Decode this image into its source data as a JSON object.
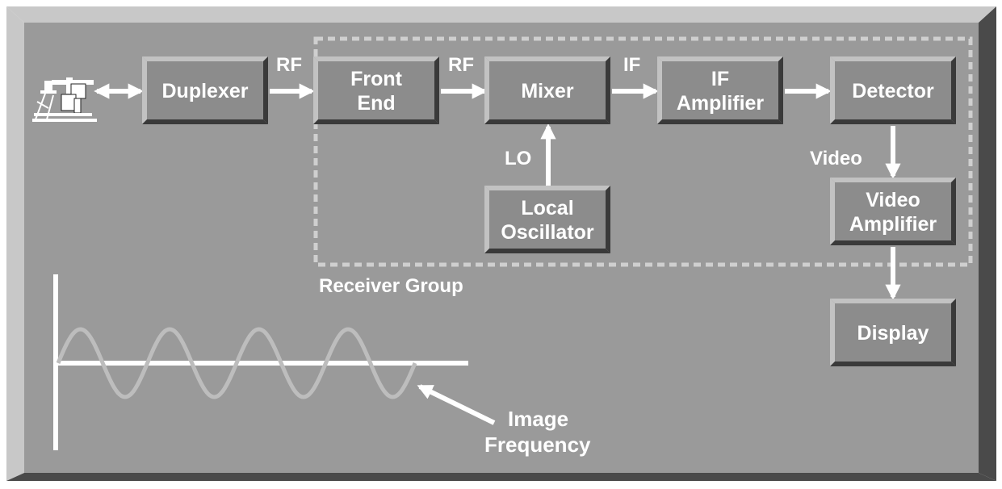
{
  "colors": {
    "panel": "#9a9a9a",
    "panel_light": "#c8c8c8",
    "panel_dark": "#4a4a4a",
    "box_face": "#8c8c8c",
    "box_light": "#c2c2c2",
    "box_dark": "#3a3a3a",
    "text": "#ffffff",
    "dashed_border": "#cfcfcf",
    "wave": "#bdbdbd",
    "axis": "#ffffff"
  },
  "icons": {
    "antenna": "radar-antenna-icon"
  },
  "blocks": {
    "duplexer": [
      "Duplexer"
    ],
    "front_end": [
      "Front",
      "End"
    ],
    "mixer": [
      "Mixer"
    ],
    "local_oscillator": [
      "Local",
      "Oscillator"
    ],
    "if_amplifier": [
      "IF",
      "Amplifier"
    ],
    "detector": [
      "Detector"
    ],
    "video_amplifier": [
      "Video",
      "Amplifier"
    ],
    "display": [
      "Display"
    ]
  },
  "signal_labels": {
    "rf_in": "RF",
    "rf_mid": "RF",
    "if": "IF",
    "lo": "LO",
    "video": "Video"
  },
  "group_label": "Receiver Group",
  "waveform": {
    "annotation": [
      "Image",
      "Frequency"
    ],
    "cycles": 4
  }
}
